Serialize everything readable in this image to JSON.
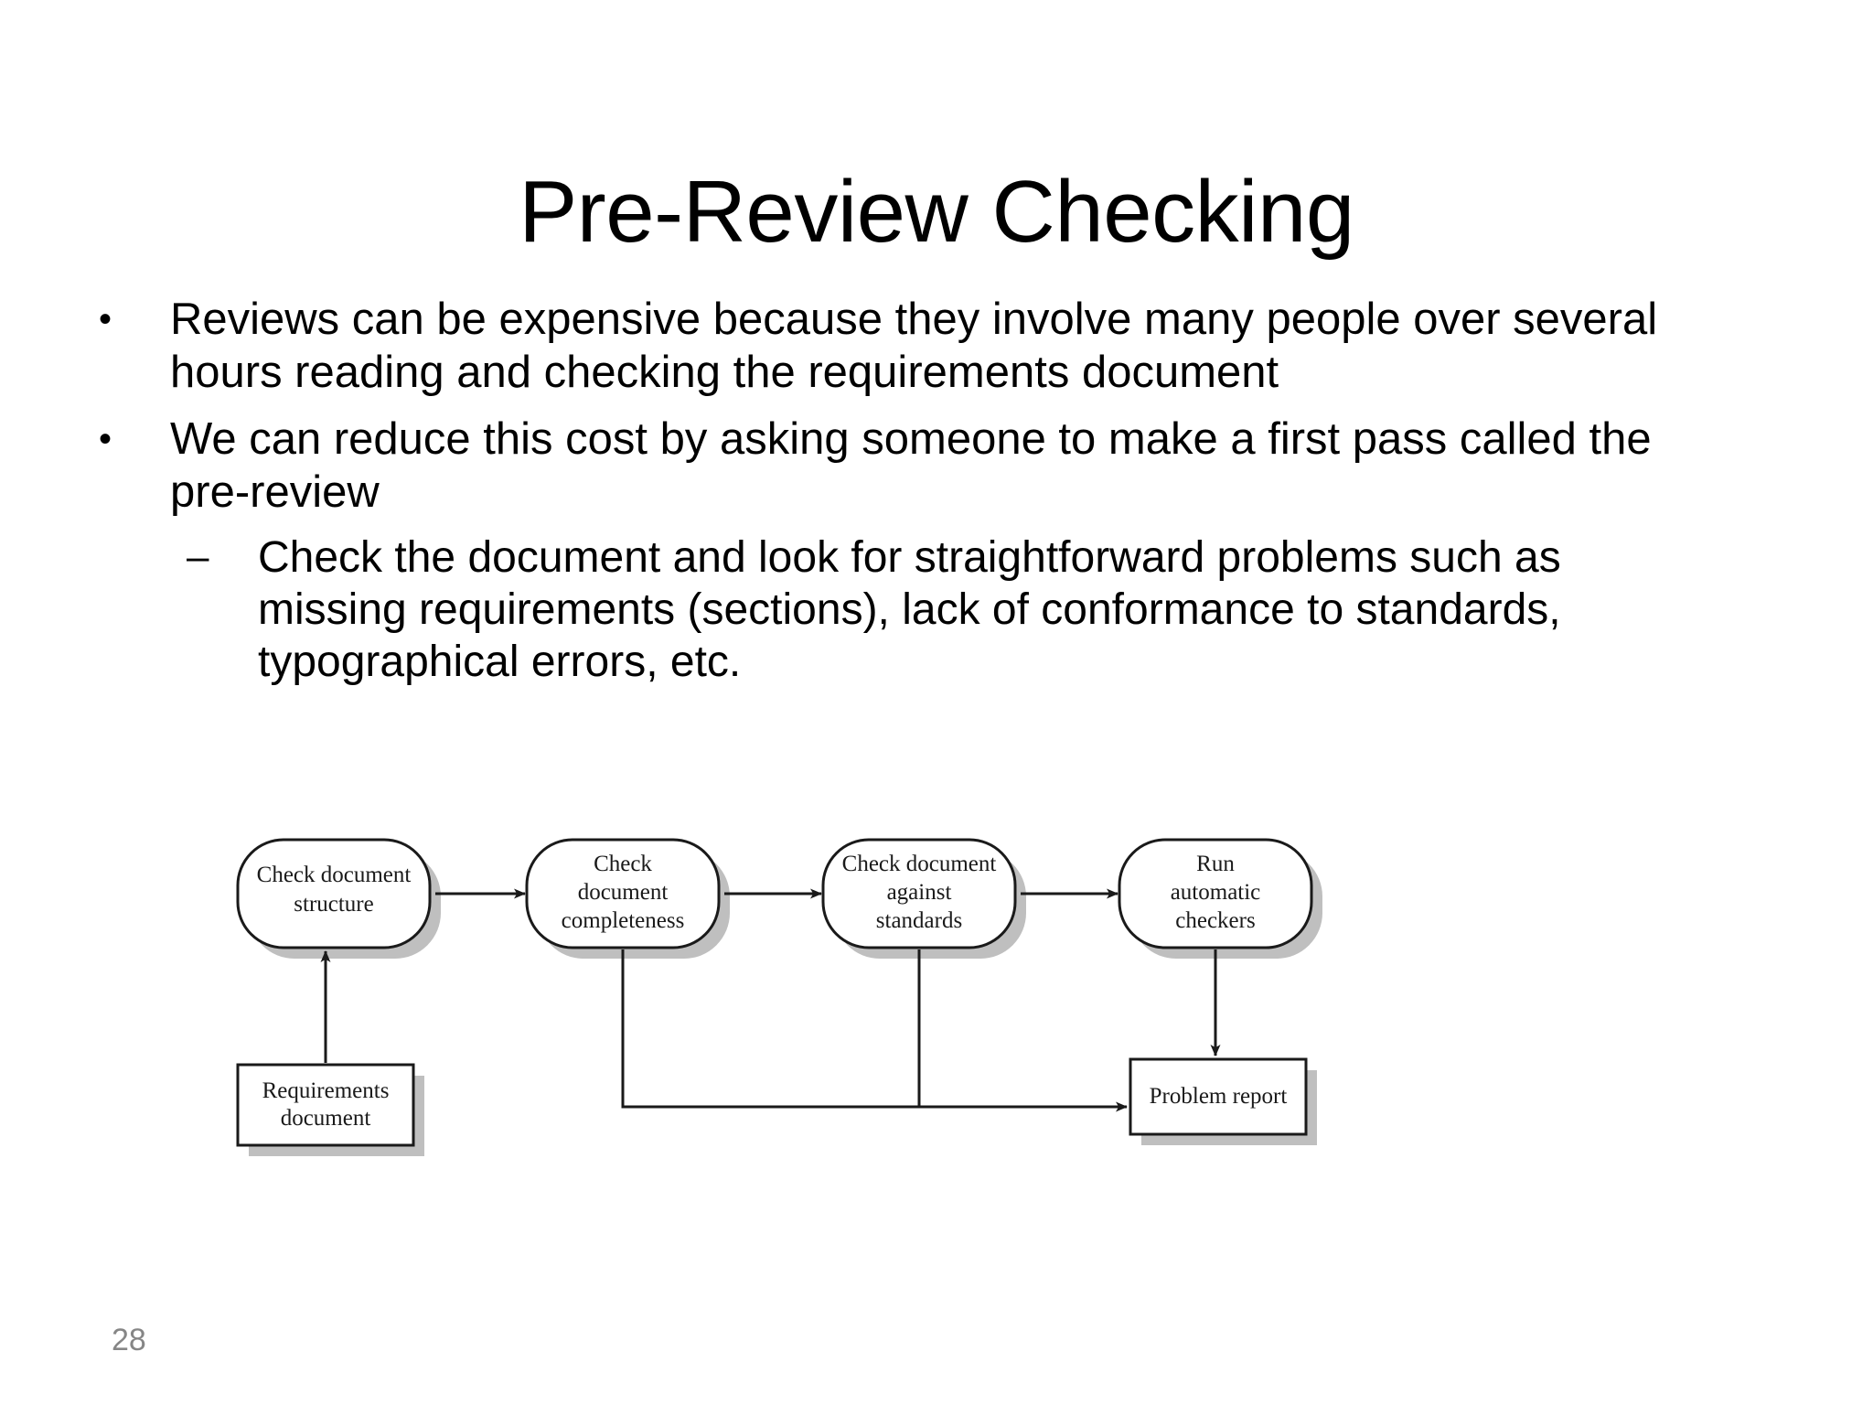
{
  "slide": {
    "title": "Pre-Review Checking",
    "page_number": "28",
    "background_color": "#ffffff",
    "text_color": "#000000",
    "page_number_color": "#868686"
  },
  "body": {
    "bullets": [
      {
        "level": 1,
        "marker": "•",
        "lines": [
          "Reviews can be expensive because they involve many people over several",
          "hours reading and checking the requirements document"
        ]
      },
      {
        "level": 1,
        "marker": "•",
        "lines": [
          "We can reduce this cost by asking someone to make a first pass called the",
          "pre-review"
        ]
      },
      {
        "level": 2,
        "marker": "–",
        "lines": [
          "Check the document and look for straightforward problems such as",
          "missing requirements (sections), lack of conformance to standards,",
          "typographical errors, etc."
        ]
      }
    ]
  },
  "diagram": {
    "type": "flowchart",
    "shadow_color": "#bfbfbf",
    "line_color": "#1a1a1a",
    "fill_color": "#ffffff",
    "processes": [
      {
        "id": "check-document-structure",
        "lines": [
          "Check document",
          "structure"
        ]
      },
      {
        "id": "check-document-completeness",
        "lines": [
          "Check",
          "document",
          "completeness"
        ]
      },
      {
        "id": "check-document-against-standards",
        "lines": [
          "Check document",
          "against",
          "standards"
        ]
      },
      {
        "id": "run-automatic-checkers",
        "lines": [
          "Run",
          "automatic",
          "checkers"
        ]
      }
    ],
    "stores": [
      {
        "id": "requirements-document",
        "lines": [
          "Requirements",
          "document"
        ]
      },
      {
        "id": "problem-report",
        "lines": [
          "Problem report"
        ]
      }
    ],
    "connections": [
      {
        "from": "check-document-structure",
        "to": "check-document-completeness",
        "kind": "arrow-right"
      },
      {
        "from": "check-document-completeness",
        "to": "check-document-against-standards",
        "kind": "arrow-right"
      },
      {
        "from": "check-document-against-standards",
        "to": "run-automatic-checkers",
        "kind": "arrow-right"
      },
      {
        "from": "requirements-document",
        "to": "check-document-structure",
        "kind": "arrow-up"
      },
      {
        "from": "run-automatic-checkers",
        "to": "problem-report",
        "kind": "arrow-down"
      },
      {
        "from": "check-document-completeness",
        "to": "problem-report",
        "kind": "elbow-arrow-right"
      },
      {
        "from": "check-document-against-standards",
        "to": "problem-report",
        "kind": "elbow-arrow-right"
      }
    ]
  }
}
